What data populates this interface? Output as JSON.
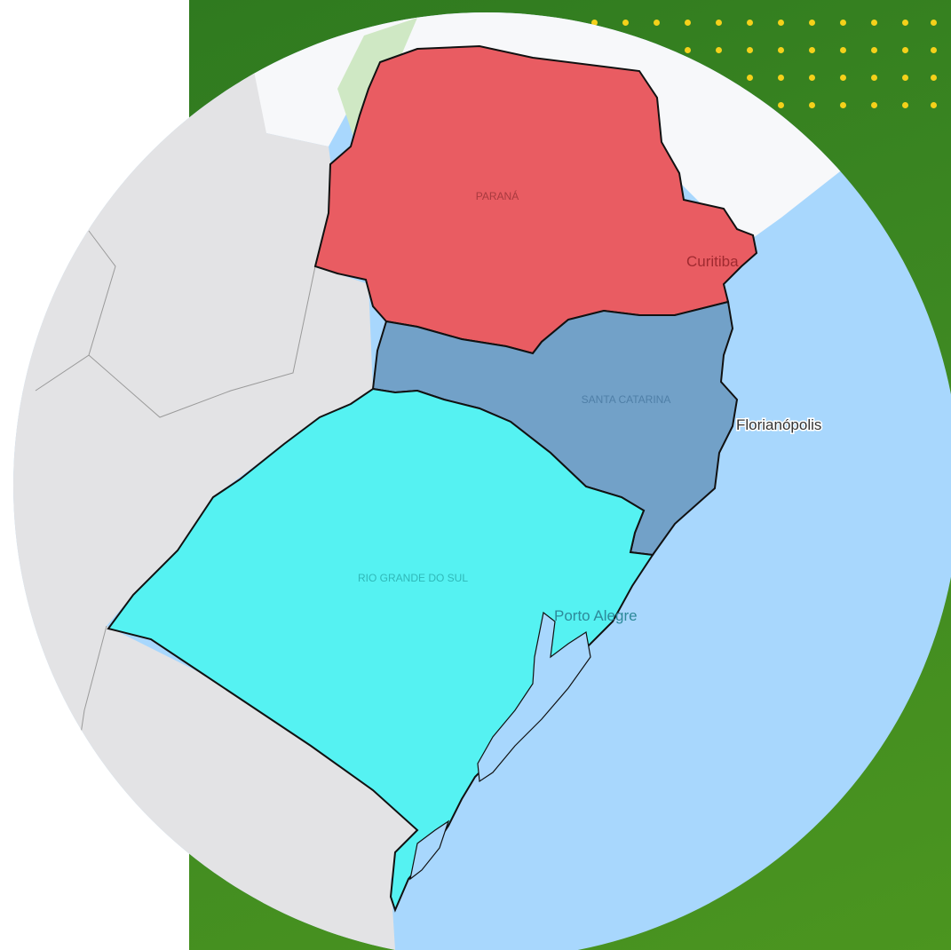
{
  "colors": {
    "green_panel": "#3a8420",
    "dots": "#f4d11a",
    "ocean": "#a8d7fd",
    "neighbor_land": "#e3e3e5",
    "north_land": "#f7f8fa",
    "parana_fill": "#e95c62",
    "santa_catarina_fill": "#72a1c8",
    "rio_grande_do_sul_fill": "#55f2f2",
    "border": "#111111"
  },
  "map": {
    "states": [
      {
        "id": "parana",
        "label": "PARANÁ"
      },
      {
        "id": "santa-catarina",
        "label": "SANTA CATARINA"
      },
      {
        "id": "rio-grande-do-sul",
        "label": "RIO GRANDE DO SUL"
      }
    ],
    "cities": [
      {
        "id": "curitiba",
        "name": "Curitiba"
      },
      {
        "id": "florianopolis",
        "name": "Florianópolis"
      },
      {
        "id": "porto-alegre",
        "name": "Porto Alegre"
      }
    ]
  }
}
